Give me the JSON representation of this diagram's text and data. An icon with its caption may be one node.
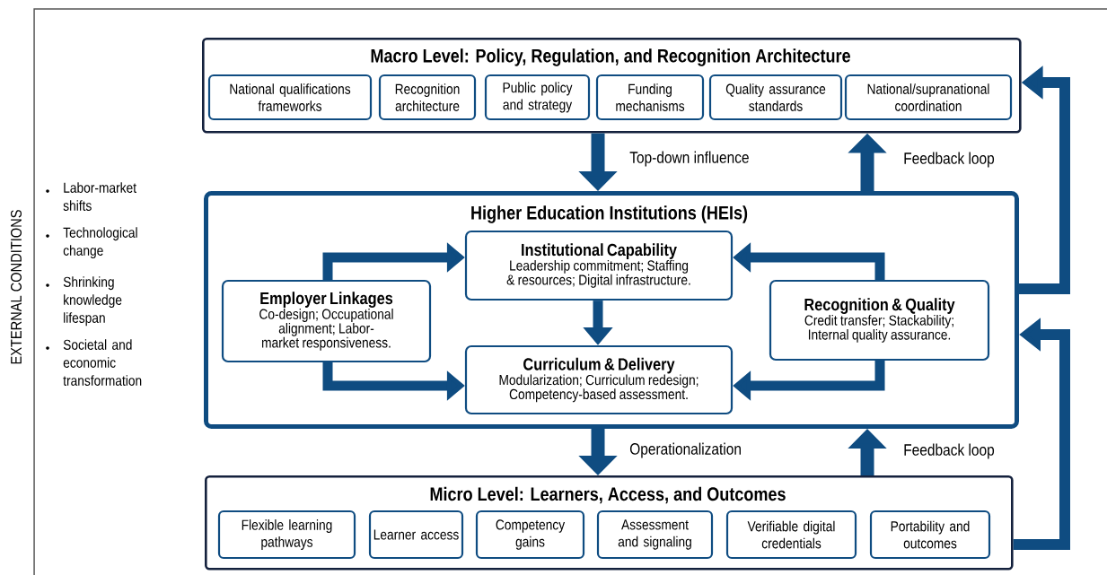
{
  "diagram": {
    "nodes": [
      {
        "text": [
          "Macro Level: Policy, Regulation, and Recognition Architecture"
        ]
      },
      {
        "text": [
          "National qualifications frameworks"
        ],
        "in": 0
      },
      {
        "text": [
          "Recognition architecture"
        ],
        "in": 0
      },
      {
        "text": [
          "Public policy and strategy"
        ],
        "in": 0
      },
      {
        "text": [
          "Funding mechanisms"
        ],
        "in": 0
      },
      {
        "text": [
          "Quality assurance standards"
        ],
        "in": 0
      },
      {
        "text": [
          "National/supranational coordination"
        ],
        "in": 0
      },
      {
        "text": [
          "Higher Education Institutions (HEIs)"
        ]
      },
      {
        "text": [
          "Institutional Capability",
          "Leadership commitment; Staffing & resources; Digital infrastructure."
        ],
        "in": 7
      },
      {
        "text": [
          "Employer Linkages",
          "Co-design; Occupational alignment; Labor-market responsiveness."
        ],
        "in": 7
      },
      {
        "text": [
          "Curriculum & Delivery",
          "Modularization; Curriculum redesign; Competency-based assessment."
        ],
        "in": 7
      },
      {
        "text": [
          "Recognition & Quality",
          "Credit transfer; Stackability; Internal quality assurance."
        ],
        "in": 7
      },
      {
        "text": [
          "Micro Level: Learners, Access, and Outcomes"
        ]
      },
      {
        "text": [
          "Flexible learning pathways"
        ],
        "in": 12
      },
      {
        "text": [
          "Learner access"
        ],
        "in": 12
      },
      {
        "text": [
          "Competency gains"
        ],
        "in": 12
      },
      {
        "text": [
          "Assessment and signaling"
        ],
        "in": 12
      },
      {
        "text": [
          "Verifiable digital credentials"
        ],
        "in": 12
      },
      {
        "text": [
          "Portability and outcomes"
        ],
        "in": 12
      }
    ],
    "edges": [
      {
        "from": 0,
        "to": 7,
        "arrow": "to",
        "label": "Top-down influence"
      },
      {
        "from": 7,
        "to": 0,
        "arrow": "to",
        "label": "Feedback loop"
      },
      {
        "from": 9,
        "to": 8,
        "arrow": "to"
      },
      {
        "from": 9,
        "to": 10,
        "arrow": "to"
      },
      {
        "from": 8,
        "to": 10,
        "arrow": "to"
      },
      {
        "from": 11,
        "to": 8,
        "arrow": "to"
      },
      {
        "from": 11,
        "to": 10,
        "arrow": "to"
      },
      {
        "from": 7,
        "to": 12,
        "arrow": "to",
        "label": "Operationalization"
      },
      {
        "from": 12,
        "to": 7,
        "arrow": "to",
        "label": "Feedback loop"
      },
      {
        "from": 7,
        "to": 0,
        "arrow": "to"
      },
      {
        "from": 12,
        "to": 7,
        "arrow": "to"
      }
    ],
    "labels": [
      "EXTERNAL CONDITIONS",
      "Labor-market shifts",
      "Technological change",
      "Shrinking knowledge lifespan",
      "Societal and economic transformation"
    ]
  }
}
